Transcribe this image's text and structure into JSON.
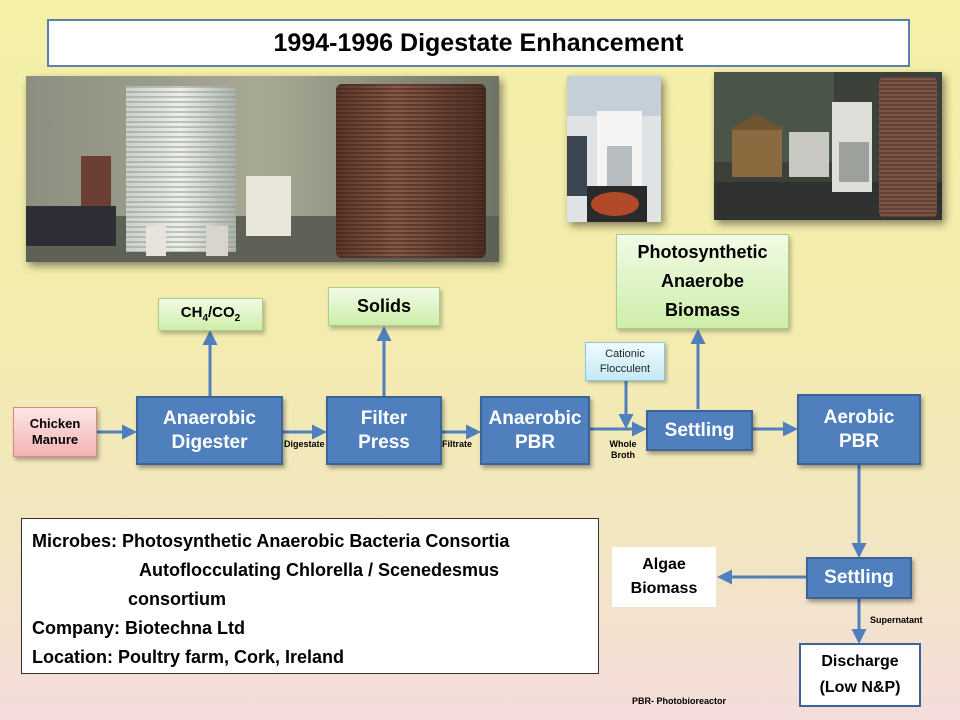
{
  "title": "1994-1996 Digestate Enhancement",
  "nodes": {
    "chicken_manure": "Chicken Manure",
    "anaerobic_digester": "Anaerobic Digester",
    "filter_press": "Filter Press",
    "anaerobic_pbr": "Anaerobic PBR",
    "settling_1": "Settling",
    "aerobic_pbr": "Aerobic PBR",
    "settling_2": "Settling",
    "gas_main": "CH",
    "gas_sub4": "4",
    "gas_sep": "/CO",
    "gas_sub2": "2",
    "solids": "Solids",
    "photosynthetic_biomass": "Photosynthetic Anaerobe Biomass",
    "cationic_flocculent": "Cationic Flocculent",
    "algae_biomass": "Algae Biomass",
    "discharge": "Discharge (Low N&P)"
  },
  "flow_labels": {
    "digestate": "Digestate",
    "filtrate": "Filtrate",
    "whole_broth": "Whole Broth",
    "supernatant": "Supernatant"
  },
  "info": {
    "line1": "Microbes: Photosynthetic Anaerobic Bacteria  Consortia",
    "line2": "Autoflocculating Chlorella / Scenedesmus",
    "line3": "consortium",
    "line4": "Company: Biotechna Ltd",
    "line5": "Location: Poultry farm, Cork, Ireland"
  },
  "footnote": "PBR- Photobioreactor",
  "colors": {
    "process_box": "#4f7fbd",
    "arrow": "#4f7fbd",
    "output_box": "#cdeea9",
    "input_box": "#f4b3b3"
  }
}
